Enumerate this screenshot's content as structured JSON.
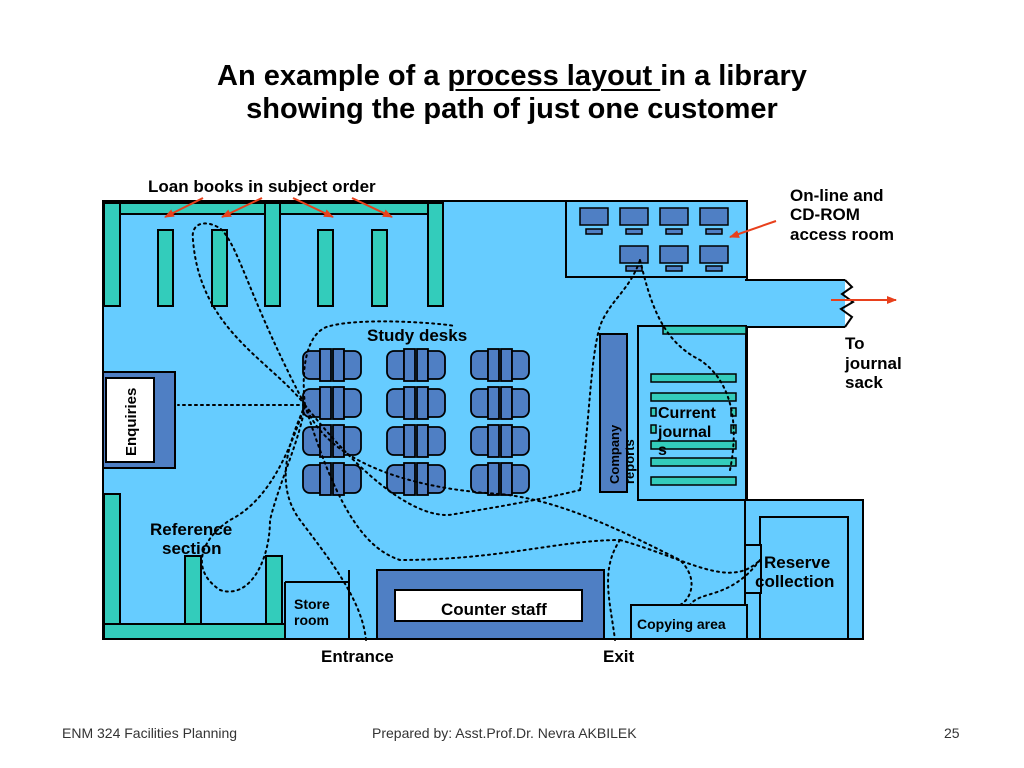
{
  "title": {
    "prefix": "An example of a ",
    "highlight": "process layout ",
    "suffix": "in a library",
    "line2": "showing the path of just one customer"
  },
  "labels": {
    "loan_books": "Loan books in subject order",
    "online_l1": "On-line and",
    "online_l2": "CD-ROM",
    "online_l3": "access room",
    "to_l1": "To",
    "to_l2": "journal",
    "to_l3": "sack",
    "study_desks": "Study desks",
    "enquiries": "Enquiries",
    "company_l1": "Company",
    "company_l2": "reports",
    "current_l1": "Current",
    "current_l2": "journal",
    "current_l3": "s",
    "reference_l1": "Reference",
    "reference_l2": "section",
    "store_l1": "Store",
    "store_l2": "room",
    "counter": "Counter staff",
    "reserve_l1": "Reserve",
    "reserve_l2": "collection",
    "copying": "Copying area",
    "entrance": "Entrance",
    "exit": "Exit"
  },
  "footer": {
    "course": "ENM 324 Facilities Planning",
    "author": "Prepared by: Asst.Prof.Dr. Nevra AKBILEK",
    "page": "25"
  },
  "colors": {
    "floor": "#66ccff",
    "shelf": "#33ccbb",
    "desk": "#4f7fc4",
    "arrow": "#e8401c",
    "outline": "#000000"
  }
}
